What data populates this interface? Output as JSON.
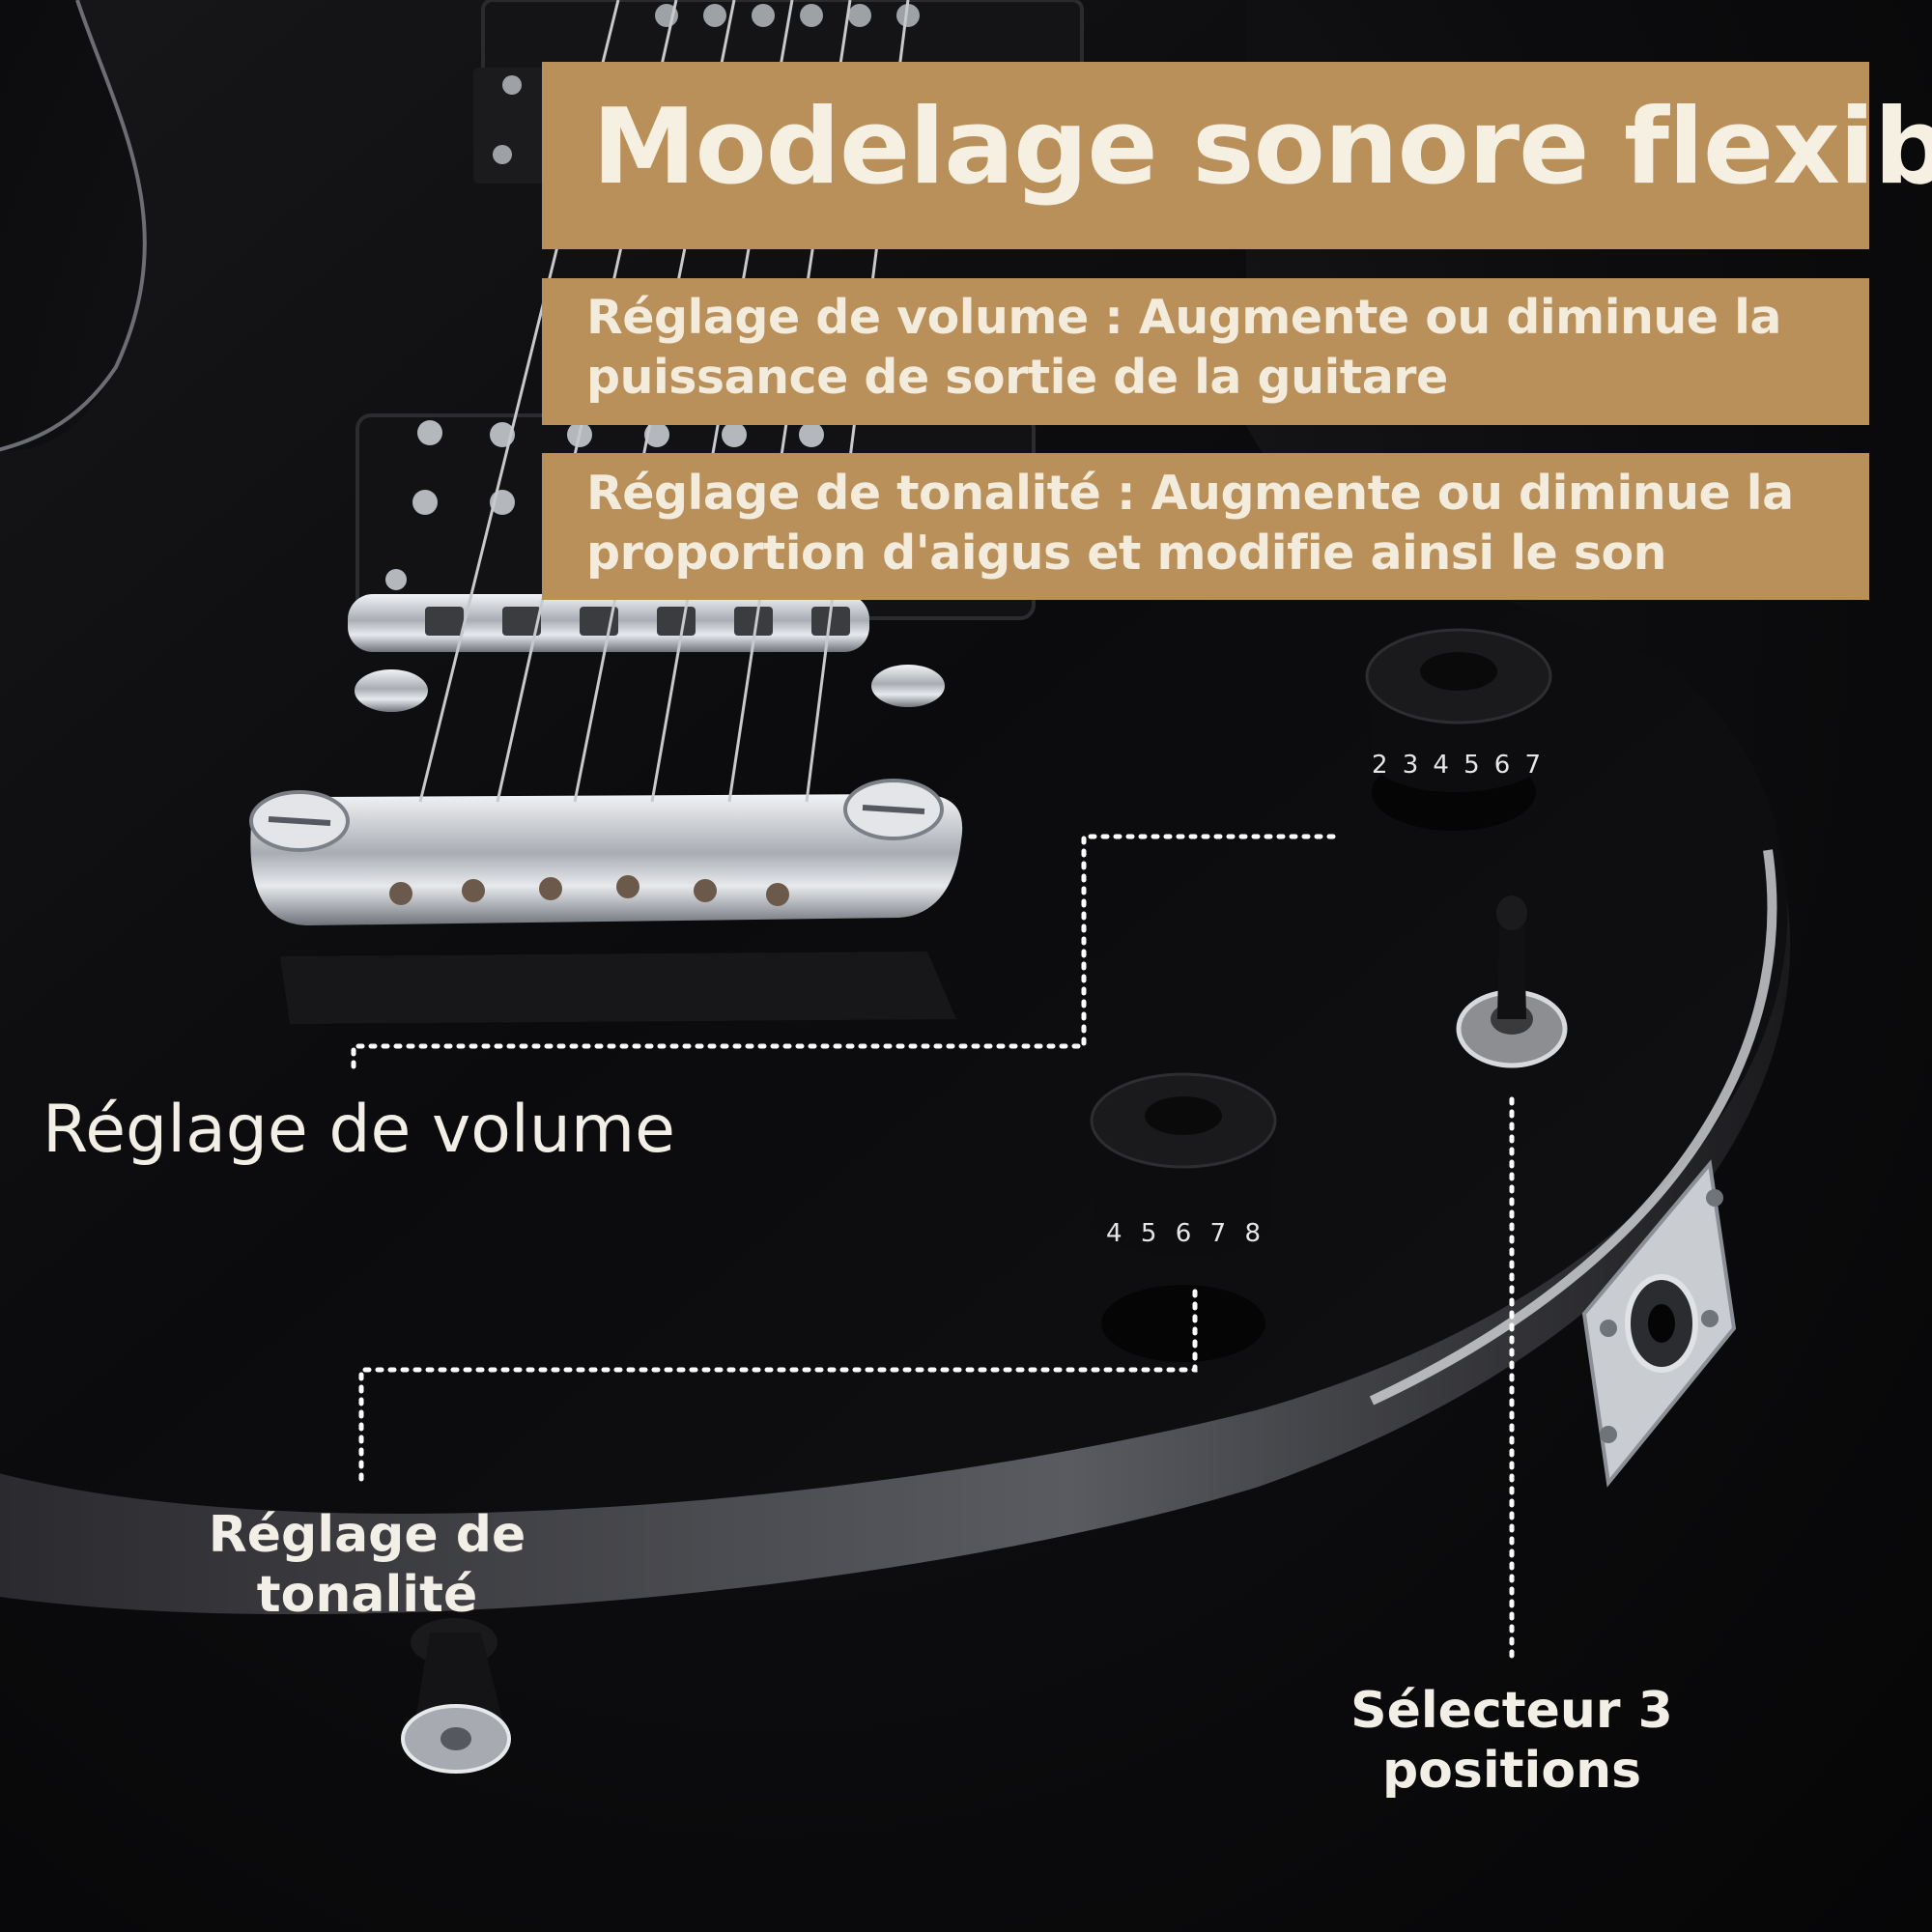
{
  "header": {
    "title": "Modelage sonore flexible"
  },
  "features": [
    {
      "text": "Réglage de volume : Augmente ou diminue la puissance de sortie de la guitare"
    },
    {
      "text": "Réglage de tonalité : Augmente ou diminue la proportion d'aigus et modifie ainsi le son"
    }
  ],
  "callouts": {
    "volume": "Réglage de volume",
    "tone": "Réglage de tonalité",
    "switch": "Sélecteur 3 positions"
  },
  "knob_numbers": {
    "volume_knob": "2 3 4 5 6 7",
    "tone_knob": "4 5 6 7 8"
  },
  "colors": {
    "banner": "#b98f5a",
    "body": "#0b0b0d",
    "chrome": "#c9ccd1",
    "text": "#f6f0e2"
  }
}
